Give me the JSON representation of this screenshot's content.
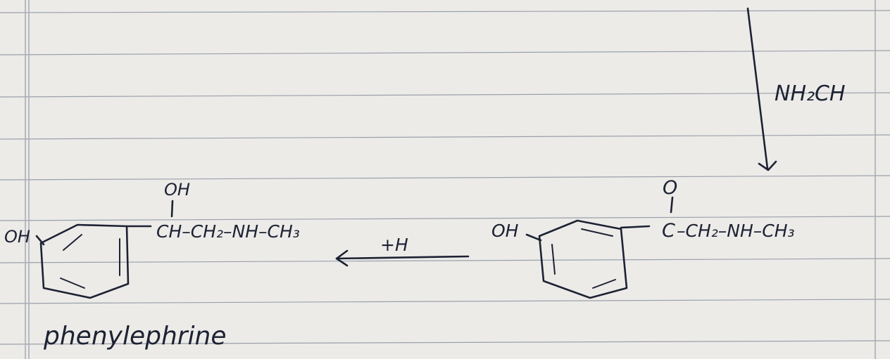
{
  "paper": {
    "background": "#ecebe8",
    "ink_color": "#1d2233",
    "rule_color": "#9aa0aa"
  },
  "reagent": {
    "label": "NH₂CH"
  },
  "reactant": {
    "hydroxyl": "OH",
    "carbonyl_oxygen": "O",
    "carbonyl_carbon": "C",
    "chain": "–CH₂–NH–CH₃"
  },
  "reduction": {
    "reagent": "+H"
  },
  "product": {
    "hydroxyl": "OH",
    "carbinol_oh": "OH",
    "chain": "CH–CH₂–NH–CH₃",
    "name": "phenylephrine"
  }
}
